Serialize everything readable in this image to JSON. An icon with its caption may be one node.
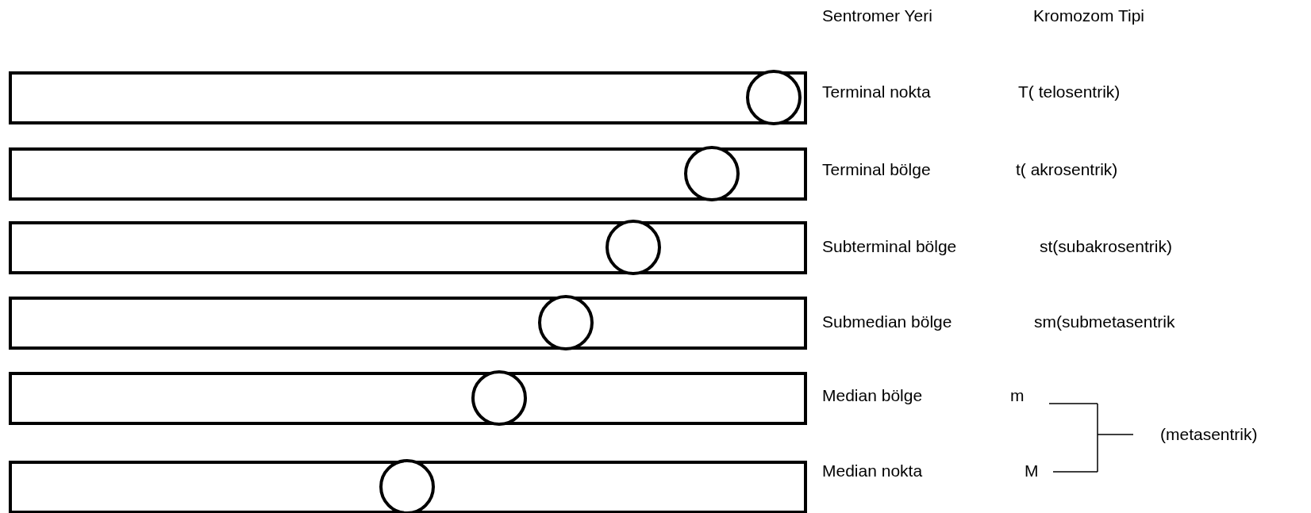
{
  "diagram": {
    "labels": [
      "Sentromer Yeri",
      "Kromozom Tipi",
      "Terminal nokta",
      "T( telosentrik)",
      "Terminal bölge",
      "t( akrosentrik)",
      "Subterminal bölge",
      "st(subakrosentrik)",
      "Submedian bölge",
      "sm(submetasentrik",
      "Median bölge",
      "m",
      "(metasentrik)",
      "Median nokta",
      "M"
    ]
  }
}
